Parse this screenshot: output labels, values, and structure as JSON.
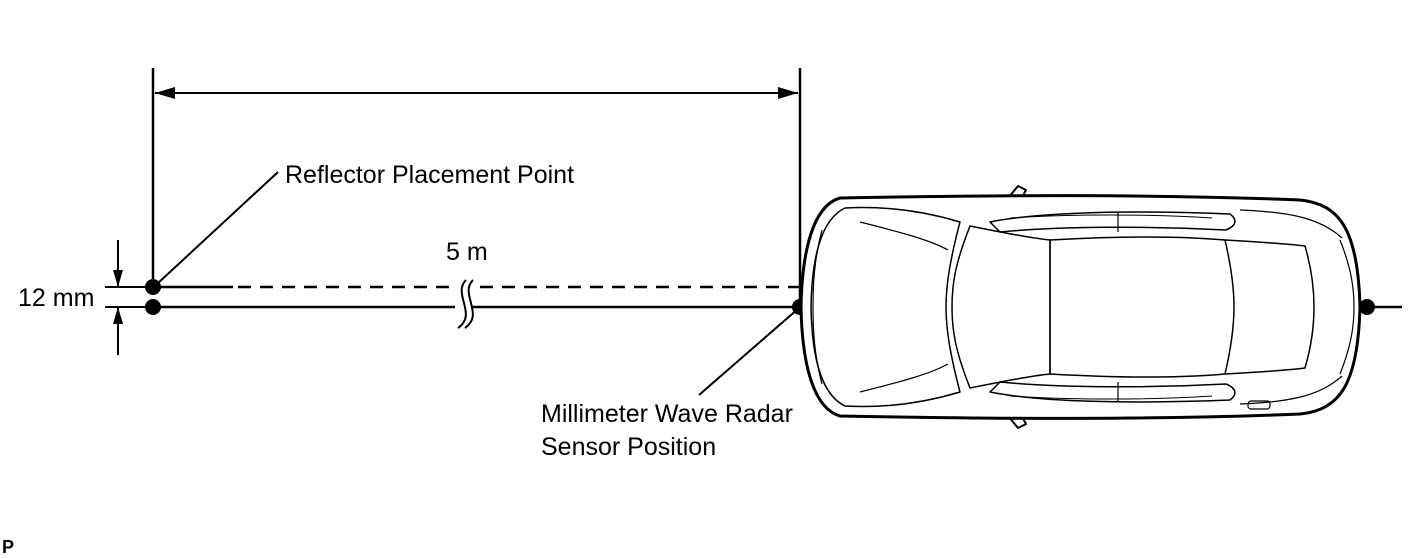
{
  "labels": {
    "reflector_point": "Reflector Placement Point",
    "distance": "5 m",
    "offset": "12 mm",
    "sensor_line1": "Millimeter Wave Radar",
    "sensor_line2": "Sensor Position",
    "corner_code": "P"
  }
}
